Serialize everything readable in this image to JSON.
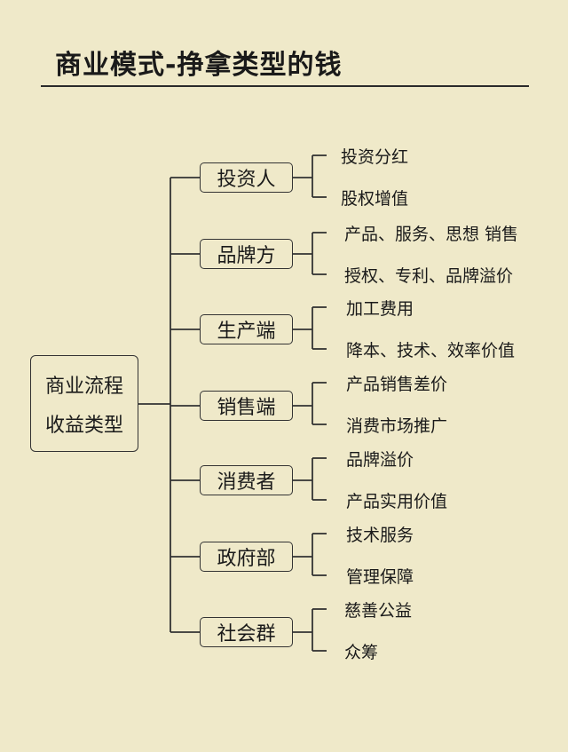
{
  "title": "商业模式-挣拿类型的钱",
  "root": {
    "line1": "商业流程",
    "line2": "收益类型"
  },
  "categories": [
    {
      "label": "投资人",
      "items": [
        "投资分红",
        "股权增值"
      ]
    },
    {
      "label": "品牌方",
      "items": [
        "产品、服务、思想 销售",
        "授权、专利、品牌溢价"
      ]
    },
    {
      "label": "生产端",
      "items": [
        "加工费用",
        "降本、技术、效率价值"
      ]
    },
    {
      "label": "销售端",
      "items": [
        "产品销售差价",
        "消费市场推广"
      ]
    },
    {
      "label": "消费者",
      "items": [
        "品牌溢价",
        "产品实用价值"
      ]
    },
    {
      "label": "政府部",
      "items": [
        "技术服务",
        "管理保障"
      ]
    },
    {
      "label": "社会群",
      "items": [
        "慈善公益",
        "众筹"
      ]
    }
  ],
  "colors": {
    "background": "#efe9c9",
    "line": "#333333",
    "text": "#1a1a1a"
  }
}
